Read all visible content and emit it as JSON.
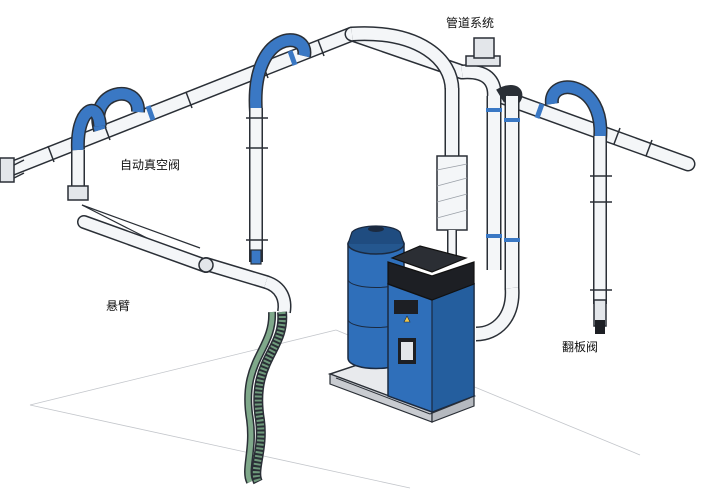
{
  "labels": {
    "pipe_system": "管道系统",
    "auto_vacuum_valve": "自动真空阀",
    "suspension_arm": "悬臂",
    "flap_valve": "翻板阀"
  },
  "colors": {
    "pipe_fill": "#f4f6f8",
    "pipe_stroke": "#2a2f36",
    "elbow_blue": "#3a78c4",
    "unit_blue": "#2f6fba",
    "unit_dark": "#1d1f24",
    "hose_green": "#5f8a6e",
    "floor_line": "#b8bcc2"
  },
  "icons": {
    "vacuum_unit": "central-vacuum-unit-icon",
    "filter": "cyclone-filter-icon"
  }
}
